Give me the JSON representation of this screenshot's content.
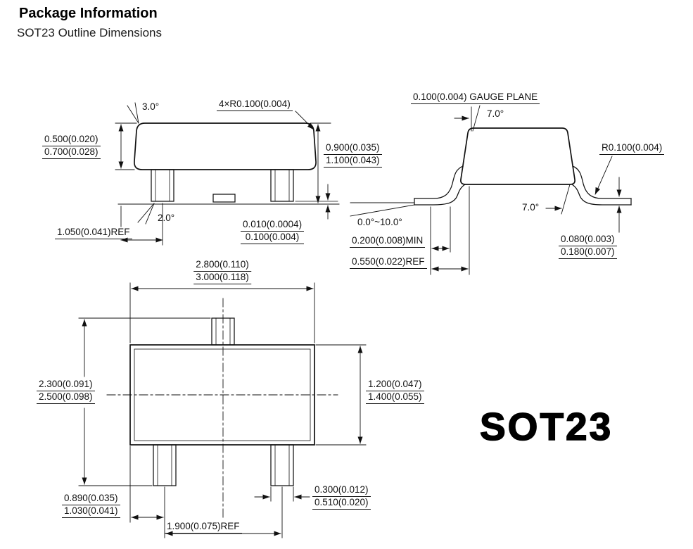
{
  "colors": {
    "ink": "#111111"
  },
  "header": {
    "title": "Package Information",
    "subtitle": "SOT23 Outline Dimensions"
  },
  "package_name": "SOT23",
  "front_view": {
    "draft_angle_top": "3.0°",
    "corner_radius": "4×R0.100(0.004)",
    "body_side_min": "0.500(0.020)",
    "body_side_max": "0.700(0.028)",
    "overall_height_min": "0.900(0.035)",
    "overall_height_max": "1.100(0.043)",
    "draft_angle_bottom": "2.0°",
    "lead_ref": "1.050(0.041)REF",
    "standoff_min": "0.010(0.0004)",
    "standoff_max": "0.100(0.004)"
  },
  "side_view": {
    "gauge_plane": "0.100(0.004) GAUGE PLANE",
    "lead_angle_top": "7.0°",
    "lead_radius": "R0.100(0.004)",
    "lead_angle_inner": "7.0°",
    "foot_angle_range": "0.0°~10.0°",
    "foot_length_min": "0.200(0.008)MIN",
    "foot_length_ref": "0.550(0.022)REF",
    "lead_thickness_min": "0.080(0.003)",
    "lead_thickness_max": "0.180(0.007)"
  },
  "top_view": {
    "body_width_min": "2.800(0.110)",
    "body_width_max": "3.000(0.118)",
    "lead_span_min": "2.300(0.091)",
    "lead_span_max": "2.500(0.098)",
    "body_depth_min": "1.200(0.047)",
    "body_depth_max": "1.400(0.055)",
    "edge_to_lead_min": "0.890(0.035)",
    "edge_to_lead_max": "1.030(0.041)",
    "lead_width_min": "0.300(0.012)",
    "lead_width_max": "0.510(0.020)",
    "lead_pitch_ref": "1.900(0.075)REF"
  }
}
